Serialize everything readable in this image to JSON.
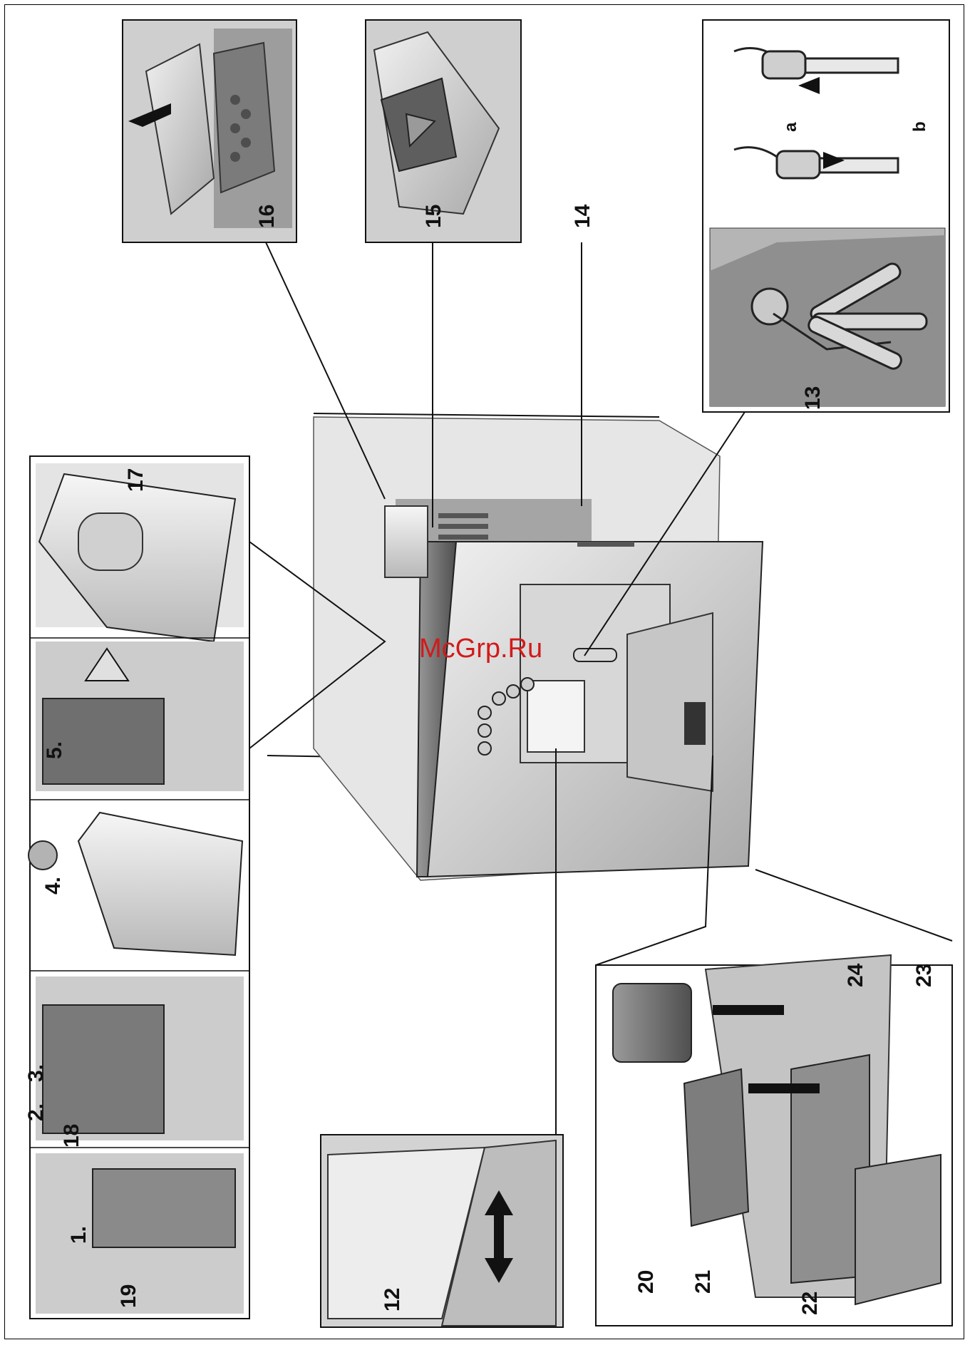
{
  "watermark": "McGrp.Ru",
  "callouts": {
    "c12": "12",
    "c13": "13",
    "c14": "14",
    "c15": "15",
    "c16": "16",
    "c17": "17",
    "c18": "18",
    "c19": "19",
    "c20": "20",
    "c21": "21",
    "c22": "22",
    "c23": "23",
    "c24": "24"
  },
  "letters": {
    "a": "a",
    "b": "b"
  },
  "steps": {
    "s1": "1.",
    "s2": "2.",
    "s3": "3.",
    "s4": "4.",
    "s5": "5."
  },
  "colors": {
    "line": "#111111",
    "panel_light": "#d9d9d9",
    "panel_mid": "#a8a8a8",
    "panel_dark": "#6e6e6e",
    "watermark": "#d21a1a"
  },
  "icons": [
    "warning-triangle-icon",
    "arrow-icon",
    "rotate-arrow-icon"
  ]
}
